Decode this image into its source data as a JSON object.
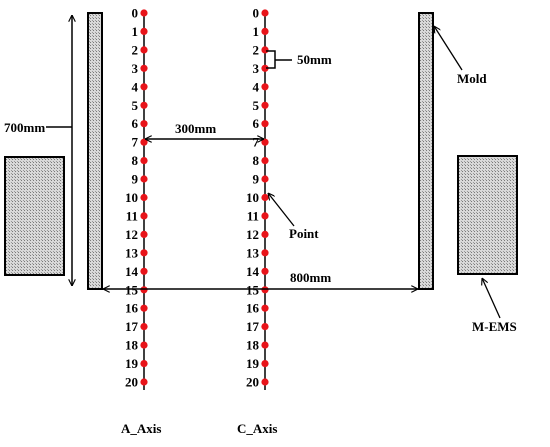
{
  "axes": [
    {
      "name": "A_Axis",
      "points": [
        "0",
        "1",
        "2",
        "3",
        "4",
        "5",
        "6",
        "7",
        "8",
        "9",
        "10",
        "11",
        "12",
        "13",
        "14",
        "15",
        "16",
        "17",
        "18",
        "19",
        "20"
      ]
    },
    {
      "name": "C_Axis",
      "points": [
        "0",
        "1",
        "2",
        "3",
        "4",
        "5",
        "6",
        "7",
        "8",
        "9",
        "10",
        "11",
        "12",
        "13",
        "14",
        "15",
        "16",
        "17",
        "18",
        "19",
        "20"
      ]
    }
  ],
  "labels": {
    "mold_height": "700mm",
    "axis_spacing": "300mm",
    "mold_spacing": "800mm",
    "point_spacing": "50mm",
    "mold": "Mold",
    "point": "Point",
    "mems": "M-EMS"
  },
  "colors": {
    "point": "#e8141a",
    "line": "#000000",
    "hatch": "#b0b0b0"
  }
}
